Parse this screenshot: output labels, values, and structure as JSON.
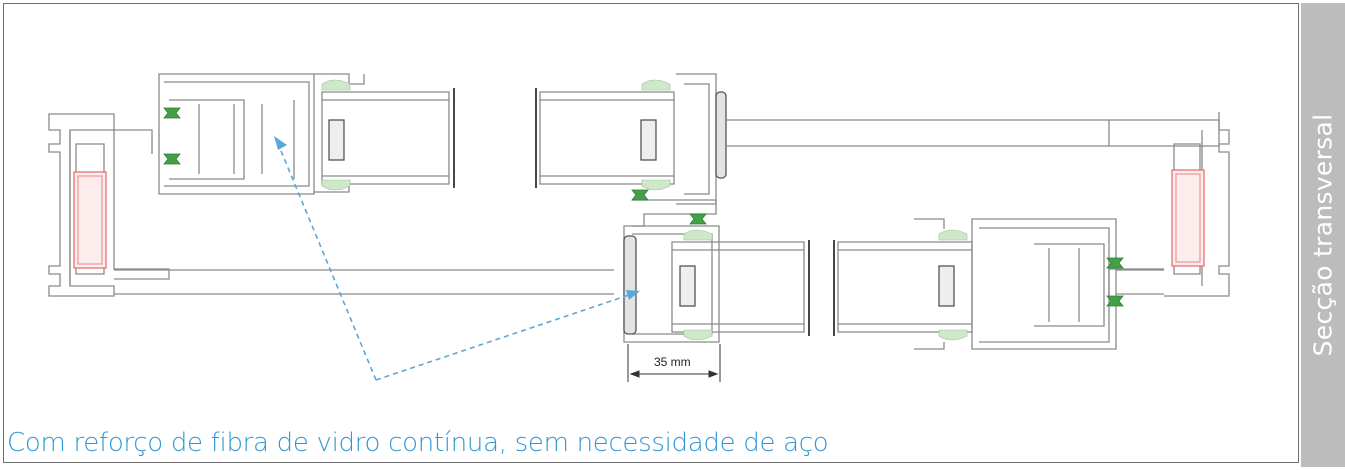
{
  "caption": "Com reforço de fibra de vidro contínua, sem necessidade de aço",
  "sidebar_label": "Secção transversal",
  "dimension_label": "35 mm",
  "colors": {
    "caption": "#2f97d3",
    "sidebar": "#bdbcbc",
    "profile_line": "#8a8a8a",
    "gasket": "#43a047",
    "reinforcement": "#e57373",
    "arrow": "#5aa8d8"
  }
}
